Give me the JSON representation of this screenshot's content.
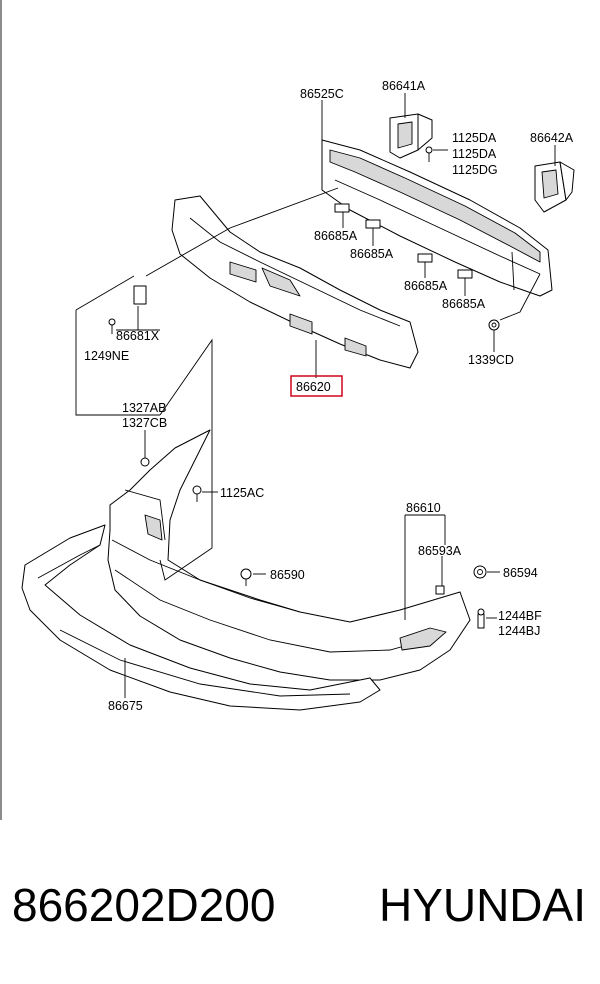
{
  "diagram": {
    "highlighted_part": "86620",
    "callouts": {
      "c86525C": "86525C",
      "c86641A": "86641A",
      "c1125DA_1": "1125DA",
      "c1125DA_2": "1125DA",
      "c1125DG": "1125DG",
      "c86642A": "86642A",
      "c86685A_1": "86685A",
      "c86685A_2": "86685A",
      "c86685A_3": "86685A",
      "c86685A_4": "86685A",
      "c1339CD": "1339CD",
      "c86681X": "86681X",
      "c1249NE": "1249NE",
      "c86620": "86620",
      "c1327AB": "1327AB",
      "c1327CB": "1327CB",
      "c1125AC": "1125AC",
      "c86610": "86610",
      "c86593A": "86593A",
      "c86590": "86590",
      "c86594": "86594",
      "c1244BF": "1244BF",
      "c1244BJ": "1244BJ",
      "c86675": "86675"
    }
  },
  "footer": {
    "part_number": "866202D200",
    "brand": "HYUNDAI"
  }
}
